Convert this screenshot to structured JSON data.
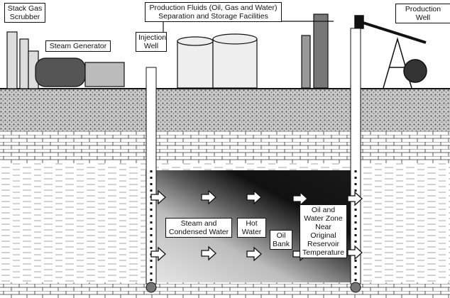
{
  "labels": {
    "stack_gas_scrubber": [
      "Stack Gas",
      "Scrubber"
    ],
    "steam_generator": "Steam Generator",
    "injection_well": [
      "Injection",
      "Well"
    ],
    "production_fluids": [
      "Production Fluids (Oil, Gas and Water)",
      "Separation and Storage Facilities"
    ],
    "production_well": "Production Well",
    "steam_zone": [
      "Steam and",
      "Condensed Water"
    ],
    "hot_water": [
      "Hot",
      "Water"
    ],
    "oil_bank": [
      "Oil",
      "Bank"
    ],
    "oil_water_zone": [
      "Oil and",
      "Water Zone",
      "Near Original",
      "Reservoir",
      "Temperature"
    ]
  },
  "colors": {
    "reservoir_light": "#e8e8e8",
    "reservoir_dark": "#111111",
    "ground": "#9a9a9a"
  }
}
